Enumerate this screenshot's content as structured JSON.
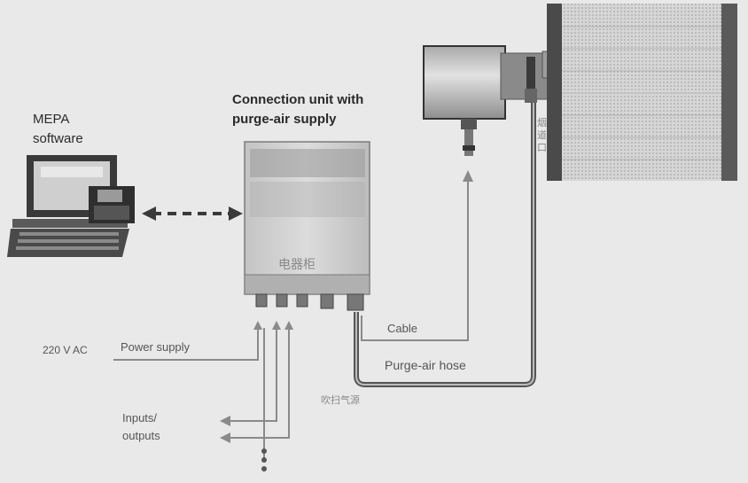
{
  "labels": {
    "software": [
      "MEPA",
      "software"
    ],
    "connection_unit": [
      "Connection unit with",
      "purge-air supply"
    ],
    "unit_cn": "电器柜",
    "cable": "Cable",
    "purge_air_hose": "Purge-air hose",
    "purge_cn": "吹扫气源",
    "voltage": "220 V AC",
    "power_supply": "Power supply",
    "io": [
      "Inputs/",
      "outputs"
    ],
    "stack_cn": [
      "烟",
      "道",
      "口"
    ]
  },
  "colors": {
    "background": "#e9e9e9",
    "line": "#8a8a8a",
    "hose": "#555555",
    "text": "#333333"
  }
}
